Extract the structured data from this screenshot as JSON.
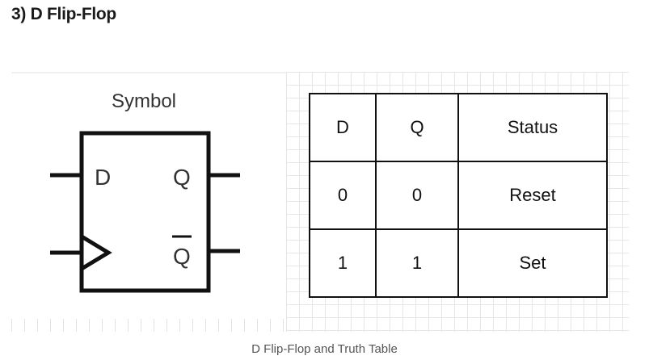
{
  "heading": "3) D Flip-Flop",
  "symbol": {
    "title": "Symbol",
    "input_d": "D",
    "output_q": "Q",
    "output_q_bar": "Q"
  },
  "truth_table": {
    "headers": [
      "D",
      "Q",
      "Status"
    ],
    "rows": [
      [
        "0",
        "0",
        "Reset"
      ],
      [
        "1",
        "1",
        "Set"
      ]
    ]
  },
  "caption": "D Flip-Flop and Truth Table"
}
